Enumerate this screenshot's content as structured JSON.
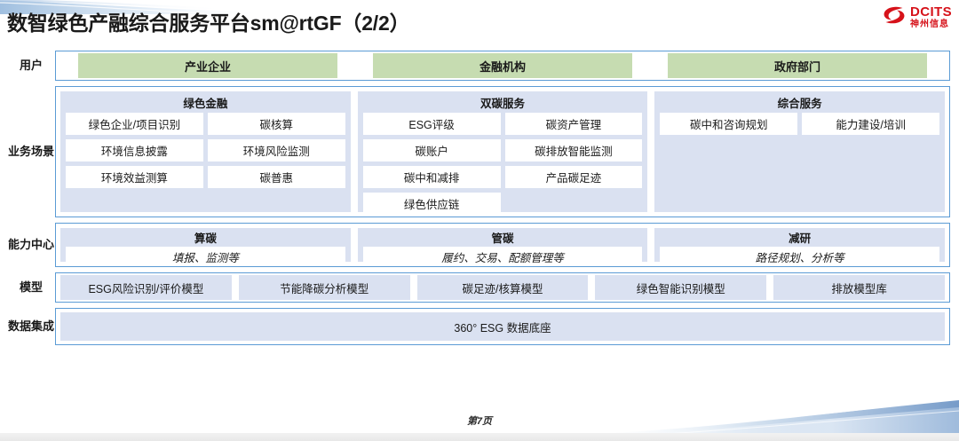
{
  "header": {
    "title": "数智绿色产融综合服务平台sm@rtGF（2/2）",
    "logo": {
      "name": "dcits-logo",
      "en": "DCITS",
      "cn": "神州信息",
      "color": "#d6121a"
    }
  },
  "colors": {
    "accent_border": "#5b9bd5",
    "user_chip": "#c6dcb1",
    "panel_blue": "#dae1f1",
    "brand_red": "#d6121a",
    "text": "#1a1a1a"
  },
  "rows": {
    "users": {
      "label": "用户",
      "items": [
        {
          "label": "产业企业"
        },
        {
          "label": "金融机构"
        },
        {
          "label": "政府部门"
        }
      ]
    },
    "scenarios": {
      "label": "业务场景",
      "groups": [
        {
          "title": "绿色金融",
          "items": [
            "绿色企业/项目识别",
            "碳核算",
            "环境信息披露",
            "环境风险监测",
            "环境效益测算",
            "碳普惠"
          ]
        },
        {
          "title": "双碳服务",
          "items": [
            "ESG评级",
            "碳资产管理",
            "碳账户",
            "碳排放智能监测",
            "碳中和减排",
            "产品碳足迹",
            "绿色供应链"
          ]
        },
        {
          "title": "综合服务",
          "items": [
            "碳中和咨询规划",
            "能力建设/培训"
          ]
        }
      ]
    },
    "capability": {
      "label": "能力中心",
      "groups": [
        {
          "title": "算碳",
          "sub": "填报、监测等"
        },
        {
          "title": "管碳",
          "sub": "履约、交易、配额管理等"
        },
        {
          "title": "减研",
          "sub": "路径规划、分析等"
        }
      ]
    },
    "model": {
      "label": "模型",
      "items": [
        "ESG风险识别/评价模型",
        "节能降碳分析模型",
        "碳足迹/核算模型",
        "绿色智能识别模型",
        "排放模型库"
      ]
    },
    "data": {
      "label": "数据集成",
      "band": "360° ESG 数据底座"
    }
  },
  "footer": {
    "page_label": "第7页"
  }
}
